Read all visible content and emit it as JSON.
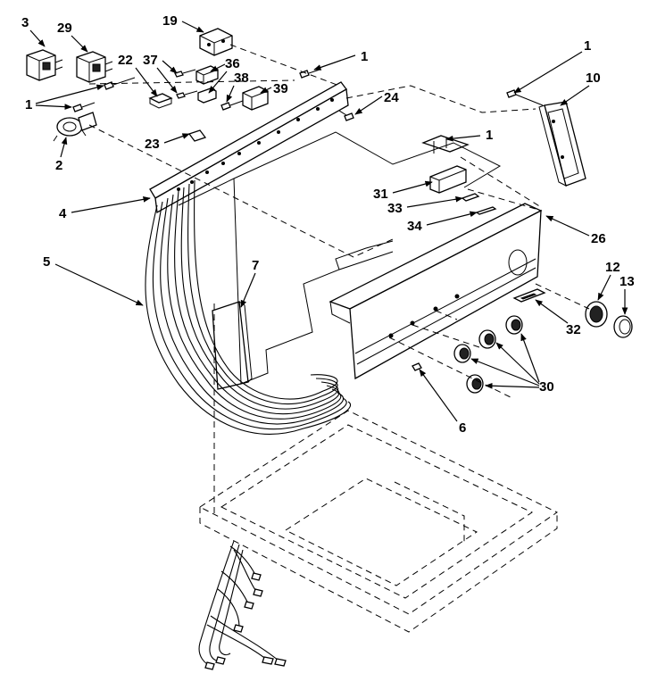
{
  "callouts": {
    "c1a": "1",
    "c1b": "1",
    "c1c": "1",
    "c1d": "1",
    "c2": "2",
    "c3": "3",
    "c4": "4",
    "c5": "5",
    "c6": "6",
    "c7": "7",
    "c10": "10",
    "c12": "12",
    "c13": "13",
    "c19": "19",
    "c22": "22",
    "c23": "23",
    "c24": "24",
    "c26": "26",
    "c29": "29",
    "c30": "30",
    "c31": "31",
    "c32": "32",
    "c33": "33",
    "c34": "34",
    "c36": "36",
    "c37": "37",
    "c38": "38",
    "c39": "39"
  }
}
